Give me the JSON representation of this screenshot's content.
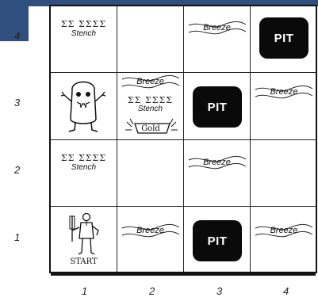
{
  "grid": {
    "rows": [
      "4",
      "3",
      "2",
      "1"
    ],
    "columns": [
      "1",
      "2",
      "3",
      "4"
    ]
  },
  "labels": {
    "pit": "PIT",
    "breeze": "Breeze",
    "stench": "Stench",
    "gold": "Gold",
    "start": "START",
    "stench_marks": "ΣΣ ΣΣΣΣ"
  },
  "cells": {
    "r4c1": {
      "contents": [
        "stench"
      ]
    },
    "r4c2": {
      "contents": []
    },
    "r4c3": {
      "contents": [
        "breeze"
      ]
    },
    "r4c4": {
      "contents": [
        "pit"
      ]
    },
    "r3c1": {
      "contents": [
        "wumpus"
      ]
    },
    "r3c2": {
      "contents": [
        "breeze",
        "stench",
        "gold"
      ]
    },
    "r3c3": {
      "contents": [
        "pit"
      ]
    },
    "r3c4": {
      "contents": [
        "breeze"
      ]
    },
    "r2c1": {
      "contents": [
        "stench"
      ]
    },
    "r2c2": {
      "contents": []
    },
    "r2c3": {
      "contents": [
        "breeze"
      ]
    },
    "r2c4": {
      "contents": []
    },
    "r1c1": {
      "contents": [
        "agent",
        "start"
      ]
    },
    "r1c2": {
      "contents": [
        "breeze"
      ]
    },
    "r1c3": {
      "contents": [
        "pit"
      ]
    },
    "r1c4": {
      "contents": [
        "breeze"
      ]
    }
  },
  "colors": {
    "background": "#ffffff",
    "grid_line": "#222222",
    "pit": "#0a0a0a",
    "corner_accent": "#2f4f7e"
  },
  "icons": {
    "wumpus": "wumpus-icon",
    "agent": "agent-icon",
    "gold": "gold-icon",
    "breeze": "breeze-icon",
    "stench": "stench-icon"
  }
}
